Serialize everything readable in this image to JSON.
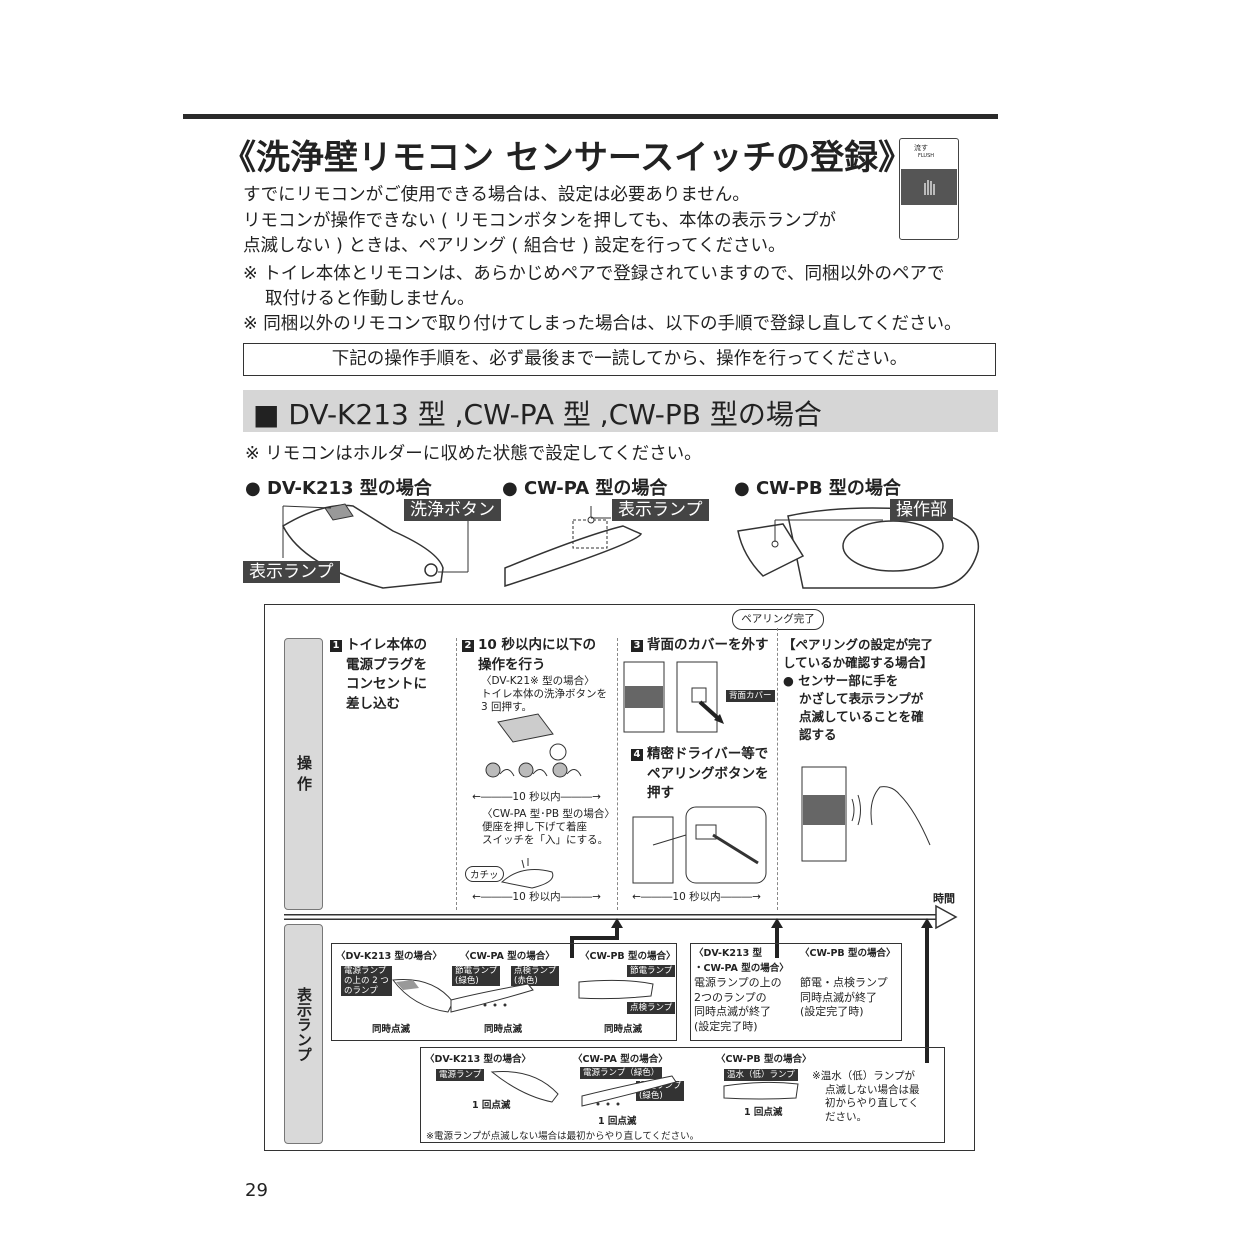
{
  "header": {
    "title": "《洗浄壁リモコン センサースイッチの登録》",
    "intro_lines": [
      "すでにリモコンがご使用できる場合は、設定は必要ありません。",
      "リモコンが操作できない ( リモコンボタンを押しても、本体の表示ランプが",
      "点滅しない ) ときは、ペアリング ( 組合せ ) 設定を行ってください。"
    ],
    "note1_mark": "※",
    "note1_line1": "トイレ本体とリモコンは、あらかじめペアで登録されていますので、同梱以外のペアで",
    "note1_line2": "取付けると作動しません。",
    "note2": "※ 同梱以外のリモコンで取り付けてしまった場合は、以下の手順で登録し直してください。",
    "notice": "下記の操作手順を、必ず最後まで一読してから、操作を行ってください。",
    "remote_top": "流す",
    "remote_sub": "FLUSH"
  },
  "section": {
    "title": "■ DV-K213 型 ,CW-PA 型 ,CW-PB 型の場合",
    "remocon_note": "※ リモコンはホルダーに収めた状態で設定してください。"
  },
  "models": [
    {
      "title": "● DV-K213 型の場合",
      "labels": [
        "洗浄ボタン",
        "表示ランプ"
      ]
    },
    {
      "title": "● CW-PA 型の場合",
      "labels": [
        "表示ランプ"
      ]
    },
    {
      "title": "● CW-PB 型の場合",
      "labels": [
        "操作部"
      ]
    }
  ],
  "diagram": {
    "side_operation": "操作",
    "side_lamp": "表示ランプ",
    "pairing_done": "ペアリング完了",
    "time_label": "時間",
    "step1": {
      "num": "1",
      "lines": [
        "トイレ本体の",
        "電源プラグを",
        "コンセントに",
        "差し込む"
      ]
    },
    "step2": {
      "num": "2",
      "lines": [
        "10 秒以内に以下の",
        "操作を行う"
      ],
      "dvk_lines": [
        "〈DV-K21※ 型の場合〉",
        "トイレ本体の洗浄ボタンを",
        "3 回押す。"
      ],
      "interval": "10 秒以内",
      "cw_lines": [
        "〈CW-PA 型･PB 型の場合〉",
        "便座を押し下げて着座",
        "スイッチを「入」にする。"
      ],
      "click": "カチッ"
    },
    "step3": {
      "num": "3",
      "text": "背面のカバーを外す",
      "cover_tag": "背面カバー"
    },
    "step4": {
      "num": "4",
      "lines": [
        "精密ドライバー等で",
        "ペアリングボタンを",
        "押す"
      ]
    },
    "interval_bottom_left": "10 秒以内",
    "interval_bottom_right": "10 秒以内",
    "confirm": {
      "lines": [
        "【ペアリングの設定が完了",
        "しているか確認する場合】"
      ],
      "bullet_lines": [
        "● センサー部に手を",
        "かざして表示ランプが",
        "点滅していることを確",
        "認する"
      ]
    },
    "lamp_row1": {
      "headers": [
        "〈DV-K213 型の場合〉",
        "〈CW-PA 型の場合〉",
        "〈CW-PB 型の場合〉"
      ],
      "dvk_tag_lines": [
        "電源ランプ",
        "の上の 2 つ",
        "のランプ"
      ],
      "pa_tag1_lines": [
        "節電ランプ",
        "(緑色)"
      ],
      "pa_tag2_lines": [
        "点検ランプ",
        "(赤色)"
      ],
      "pb_tag1": "節電ランプ",
      "pb_tag2": "点検ランプ",
      "status": "同時点滅"
    },
    "lamp_done": {
      "left_lines": [
        "〈DV-K213 型",
        "・CW-PA 型の場合〉",
        "電源ランプの上の",
        "2つのランプの",
        "同時点滅が終了",
        "(設定完了時)"
      ],
      "right_lines": [
        "〈CW-PB 型の場合〉",
        "",
        "節電・点検ランプ",
        "同時点滅が終了",
        "(設定完了時)"
      ]
    },
    "lamp_row2": {
      "headers": [
        "〈DV-K213 型の場合〉",
        "〈CW-PA 型の場合〉",
        "〈CW-PB 型の場合〉"
      ],
      "dvk_tag": "電源ランプ",
      "pa_tag1": "電源ランプ（緑色）",
      "pa_tag2_lines": [
        "節電ランプ",
        "(緑色)"
      ],
      "pb_tag": "温水（低）ランプ",
      "status": "1 回点滅",
      "pb_note_lines": [
        "※温水（低）ランプが",
        "点滅しない場合は最",
        "初からやり直してく",
        "ださい。"
      ],
      "footnote": "※電源ランプが点滅しない場合は最初からやり直してください。"
    }
  },
  "page_number": "29"
}
